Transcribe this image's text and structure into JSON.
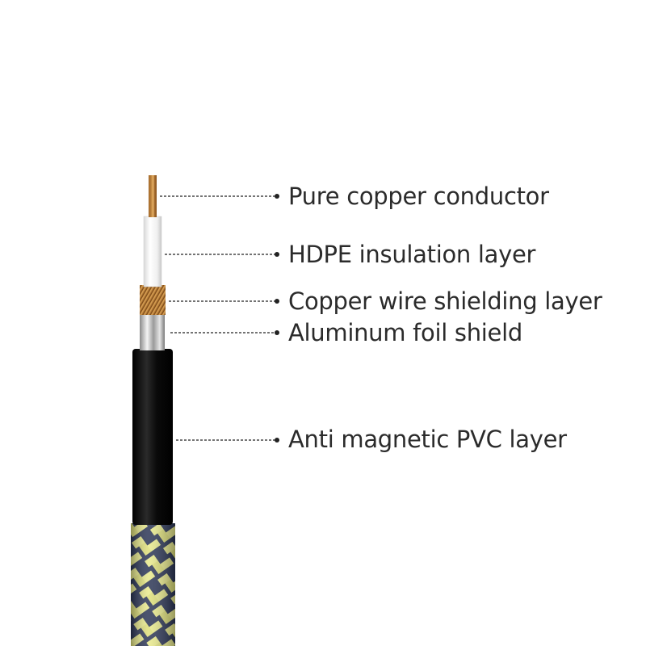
{
  "title": "Cable layer structure",
  "layers": [
    {
      "id": "conductor",
      "label": "Pure copper conductor"
    },
    {
      "id": "insulation",
      "label": "HDPE insulation layer"
    },
    {
      "id": "copper_shield",
      "label": "Copper wire shielding layer"
    },
    {
      "id": "foil_shield",
      "label": "Aluminum foil shield"
    },
    {
      "id": "pvc",
      "label": "Anti magnetic PVC layer"
    }
  ],
  "colors": {
    "copper": "#c98a3e",
    "insulation": "#f2f2f2",
    "aluminum": "#b8b8b8",
    "jacket": "#111111",
    "braid_yellow": "#e9ea8c",
    "braid_navy": "#2c3656",
    "text": "#2b2b2b"
  }
}
